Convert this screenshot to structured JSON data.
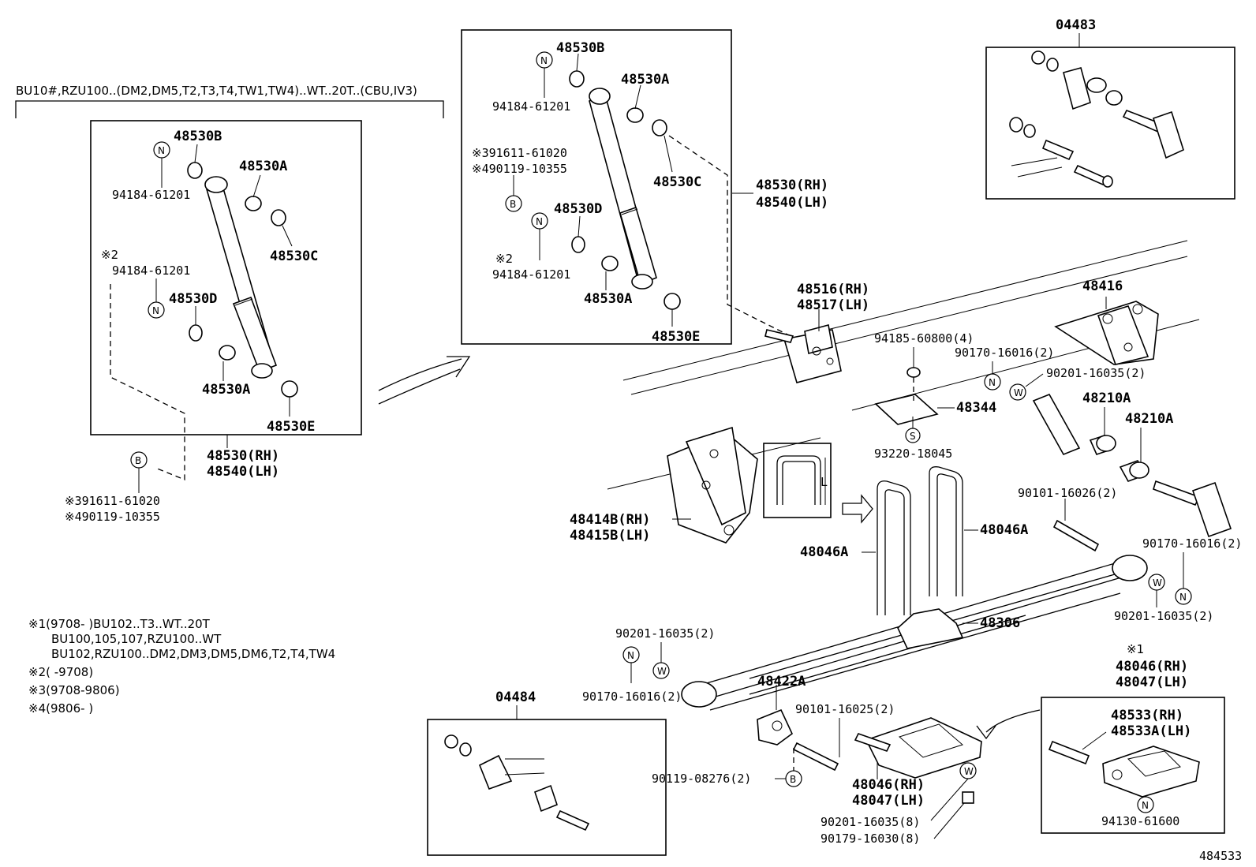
{
  "header": {
    "model_range": "BU10#,RZU100..(DM2,DM5,T2,T3,T4,TW1,TW4)..WT..20T..(CBU,IV3)"
  },
  "illustration_id": "484533",
  "symbols": {
    "n": "N",
    "b": "B",
    "w": "W",
    "s": "S"
  },
  "markers": {
    "m2": "※2",
    "m1": "※1"
  },
  "left_box": {
    "p48530B": "48530B",
    "p48530A_top": "48530A",
    "p48530C": "48530C",
    "p94184_top": "94184-61201",
    "p94184_mid": "94184-61201",
    "p48530D": "48530D",
    "p48530A_bot": "48530A",
    "p48530E": "48530E",
    "p48530_rh": "48530(RH)",
    "p48540_lh": "48540(LH)",
    "p91611": "※391611-61020",
    "p90119": "※490119-10355"
  },
  "center_box": {
    "p48530B": "48530B",
    "p48530A_top": "48530A",
    "p94184_top": "94184-61201",
    "p91611": "※391611-61020",
    "p90119": "※490119-10355",
    "p48530C": "48530C",
    "p48530D": "48530D",
    "p94184_mid": "94184-61201",
    "p48530A_bot": "48530A",
    "p48530E": "48530E",
    "p48530_rh": "48530(RH)",
    "p48540_lh": "48540(LH)"
  },
  "kit_04483": {
    "label": "04483"
  },
  "kit_04484": {
    "label": "04484"
  },
  "main_parts": {
    "p48516_rh": "48516(RH)",
    "p48517_lh": "48517(LH)",
    "p94185": "94185-60800(4)",
    "p90170_a": "90170-16016(2)",
    "p90201_a": "90201-16035(2)",
    "p48416": "48416",
    "p48344": "48344",
    "p93220": "93220-18045",
    "p48210A_a": "48210A",
    "p48210A_b": "48210A",
    "p48414B": "48414B(RH)",
    "p48415B": "48415B(LH)",
    "p48046A_r": "48046A",
    "p48046A_l": "48046A",
    "p90101_a": "90101-16026(2)",
    "p90170_b": "90170-16016(2)",
    "p90201_b": "90201-16035(2)",
    "p48306": "48306",
    "p90201_c": "90201-16035(2)",
    "p90170_c": "90170-16016(2)",
    "p48422A": "48422A",
    "p90101_b": "90101-16025(2)",
    "p90119_b": "90119-08276(2)",
    "p48046_rh": "48046(RH)",
    "p48047_lh": "48047(LH)",
    "p90201_d": "90201-16035(8)",
    "p90179": "90179-16030(8)",
    "p48046_rh_b": "48046(RH)",
    "p48047_lh_b": "48047(LH)",
    "p48533_rh": "48533(RH)",
    "p48533A_lh": "48533A(LH)",
    "p94130": "94130-61600"
  },
  "notes": {
    "n1_a": "※1(9708-      )BU102..T3..WT..20T",
    "n1_b": "BU100,105,107,RZU100..WT",
    "n1_c": "BU102,RZU100..DM2,DM3,DM5,DM6,T2,T4,TW4",
    "n2": "※2(      -9708)",
    "n3": "※3(9708-9806)",
    "n4": "※4(9806-      )"
  }
}
